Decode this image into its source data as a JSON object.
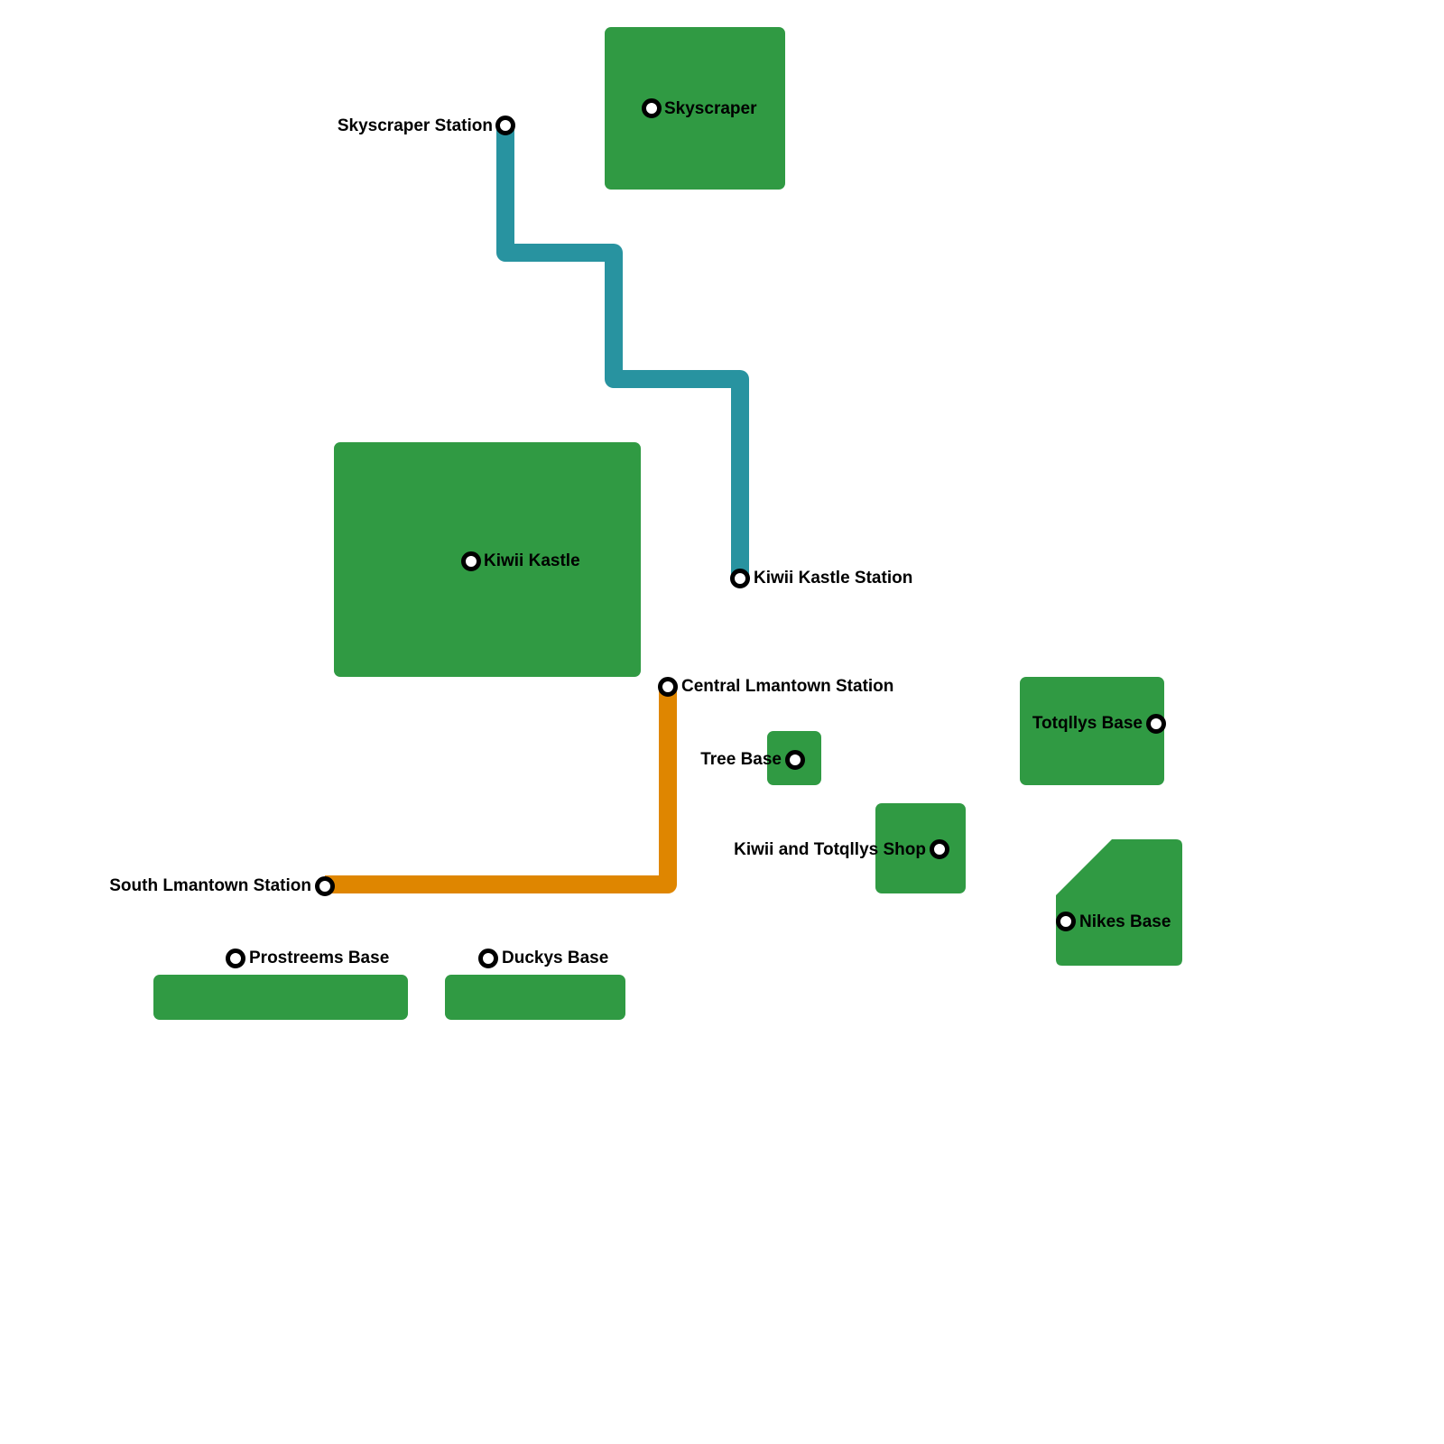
{
  "map": {
    "background": "#ffffff",
    "area_color": "#309a43",
    "station_stroke": "#000000",
    "station_fill": "#ffffff"
  },
  "areas": [
    {
      "id": "skyscraper-area",
      "name": "Skyscraper"
    },
    {
      "id": "kiwii-kastle-area",
      "name": "Kiwii Kastle"
    },
    {
      "id": "tree-base-area",
      "name": "Tree Base"
    },
    {
      "id": "totqllys-base-area",
      "name": "Totqllys Base"
    },
    {
      "id": "kiwii-totqllys-shop-area",
      "name": "Kiwii and Totqllys Shop"
    },
    {
      "id": "nikes-base-area",
      "name": "Nikes Base"
    },
    {
      "id": "prostreems-base-area",
      "name": "Prostreems Base"
    },
    {
      "id": "duckys-base-area",
      "name": "Duckys Base"
    }
  ],
  "lines": [
    {
      "id": "teal-line",
      "color": "#2893a0",
      "stations": [
        "Skyscraper Station",
        "Kiwii Kastle Station"
      ]
    },
    {
      "id": "orange-line",
      "color": "#df8600",
      "stations": [
        "Central Lmantown Station",
        "South Lmantown Station"
      ]
    }
  ],
  "labels": {
    "skyscraper_station": "Skyscraper Station",
    "skyscraper": "Skyscraper",
    "kiwii_kastle": "Kiwii Kastle",
    "kiwii_kastle_station": "Kiwii Kastle Station",
    "central_lmantown_station": "Central Lmantown Station",
    "tree_base": "Tree Base",
    "totqllys_base": "Totqllys Base",
    "kiwii_totqllys_shop": "Kiwii and Totqllys Shop",
    "south_lmantown_station": "South Lmantown Station",
    "nikes_base": "Nikes Base",
    "prostreems_base": "Prostreems Base",
    "duckys_base": "Duckys Base"
  }
}
